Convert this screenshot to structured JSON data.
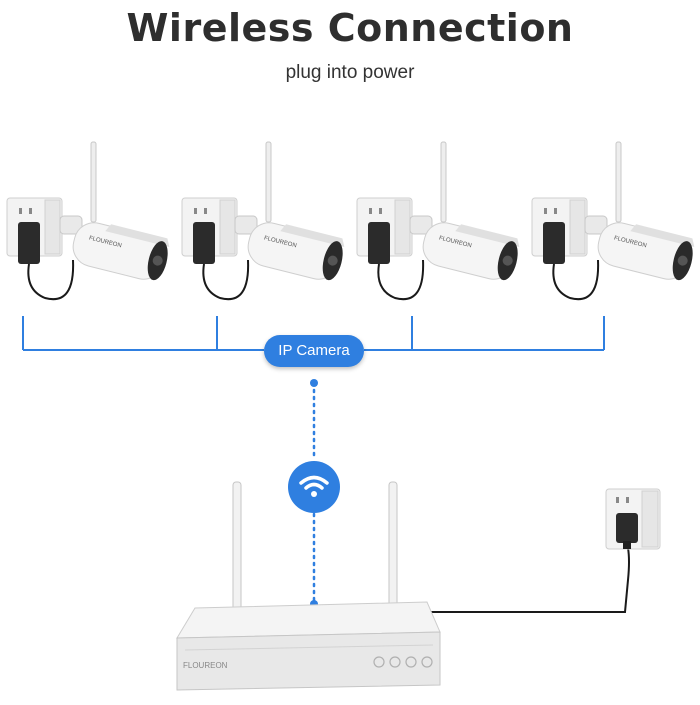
{
  "header": {
    "title": "Wireless Connection",
    "subtitle": "plug into power"
  },
  "network": {
    "camera_label": "IP Camera"
  },
  "camera_brand": "FLOUREON",
  "nvr": {
    "brand": "FLOUREON"
  },
  "icons": [
    "wifi-icon",
    "power-outlet-icon",
    "power-adapter-icon",
    "camera-icon",
    "nvr-icon"
  ],
  "colors": {
    "accent": "#2f7fe0",
    "title": "#2e2e2e",
    "cable": "#1a1a1a",
    "outlet": "#f2f2f2"
  }
}
